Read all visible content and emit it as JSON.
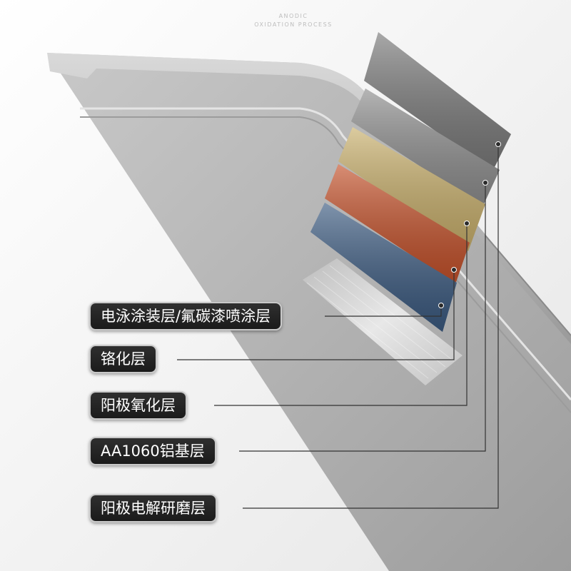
{
  "header": {
    "line1": "ANODIC",
    "line2": "OXIDATION PROCESS"
  },
  "layers": [
    {
      "label": "电泳涂装层/氟碳漆喷涂层",
      "swatch_color": "#3b5a80"
    },
    {
      "label": "铬化层",
      "swatch_color": "#c4512a"
    },
    {
      "label": "阳极氧化层",
      "swatch_color": "#c9b06c"
    },
    {
      "label": "AA1060铝基层",
      "swatch_color": "#8e8e8e"
    },
    {
      "label": "阳极电解研磨层",
      "swatch_color": "#7a7a7a"
    }
  ],
  "colors": {
    "aluminum": "#b3b3b3",
    "brushed_metal": "#d8d8d8",
    "label_bg": "#222222",
    "leader_line": "#333333"
  }
}
